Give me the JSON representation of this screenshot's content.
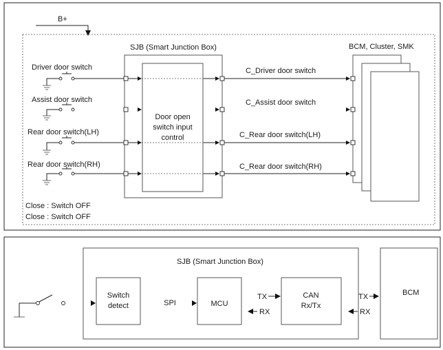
{
  "top": {
    "power_label": "B+",
    "sjb_title": "SJB (Smart Junction Box)",
    "control_label": [
      "Door open",
      "switch input",
      "control"
    ],
    "bcm_title": "BCM, Cluster, SMK",
    "switches": [
      {
        "label": "Driver door switch",
        "signal": "C_Driver door switch"
      },
      {
        "label": "Assist door switch",
        "signal": "C_Assist door switch"
      },
      {
        "label": "Rear door switch(LH)",
        "signal": "C_Rear door switch(LH)"
      },
      {
        "label": "Rear door switch(RH)",
        "signal": "C_Rear door switch(RH)"
      }
    ],
    "notes": [
      "Close : Switch OFF",
      "Close : Switch OFF"
    ]
  },
  "bottom": {
    "sjb_title": "SJB (Smart Junction Box)",
    "switch_detect": [
      "Switch",
      "detect"
    ],
    "spi_label": "SPI",
    "mcu_label": "MCU",
    "can_label": [
      "CAN",
      "Rx/Tx"
    ],
    "tx_label": "TX",
    "rx_label": "RX",
    "bcm_label": "BCM"
  }
}
